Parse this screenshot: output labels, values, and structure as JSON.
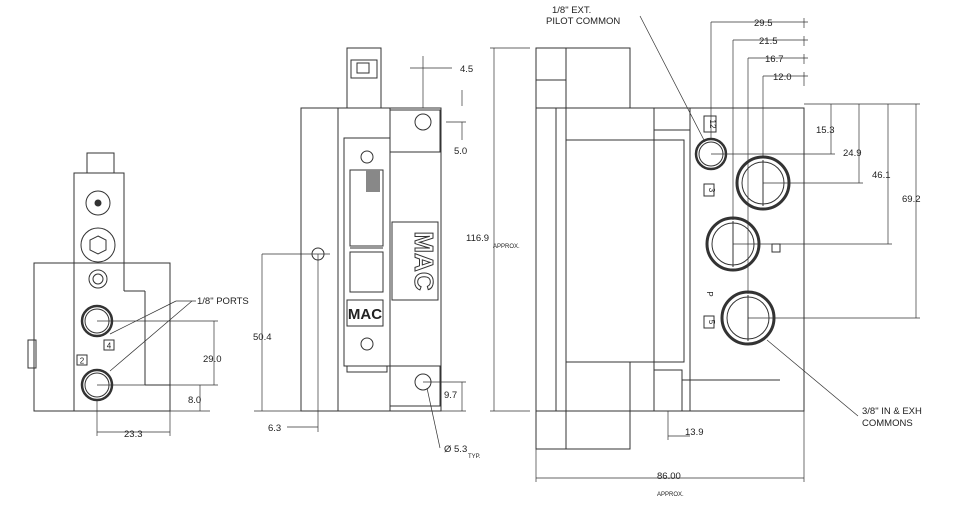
{
  "drawing": {
    "labels": {
      "eighth_ports": "1/8\" PORTS",
      "ext_pilot_line1": "1/8\" EXT.",
      "ext_pilot_line2": "PILOT COMMON",
      "in_exh_line1": "3/8\" IN & EXH",
      "in_exh_line2": "COMMONS",
      "approx": "APPROX.",
      "typ": "TYP."
    },
    "left_view": {
      "port_numbers": [
        "2",
        "4"
      ],
      "dims": {
        "d29_0": "29.0",
        "d8_0": "8.0",
        "d23_3": "23.3"
      }
    },
    "middle_view": {
      "brand": "MAC",
      "dims": {
        "d4_5": "4.5",
        "d5_0": "5.0",
        "d50_4": "50.4",
        "d6_3": "6.3",
        "d9_7": "9.7",
        "d5_3": "Ø 5.3"
      }
    },
    "right_view": {
      "port_marks": [
        "12",
        "3",
        "P",
        "5"
      ],
      "dims": {
        "d29_5": "29.5",
        "d21_5": "21.5",
        "d16_7": "16.7",
        "d12_0": "12.0",
        "d15_3": "15.3",
        "d24_9": "24.9",
        "d46_1": "46.1",
        "d69_2": "69.2",
        "d116_9": "116.9",
        "d13_9": "13.9",
        "d86_00": "86.00"
      }
    }
  }
}
